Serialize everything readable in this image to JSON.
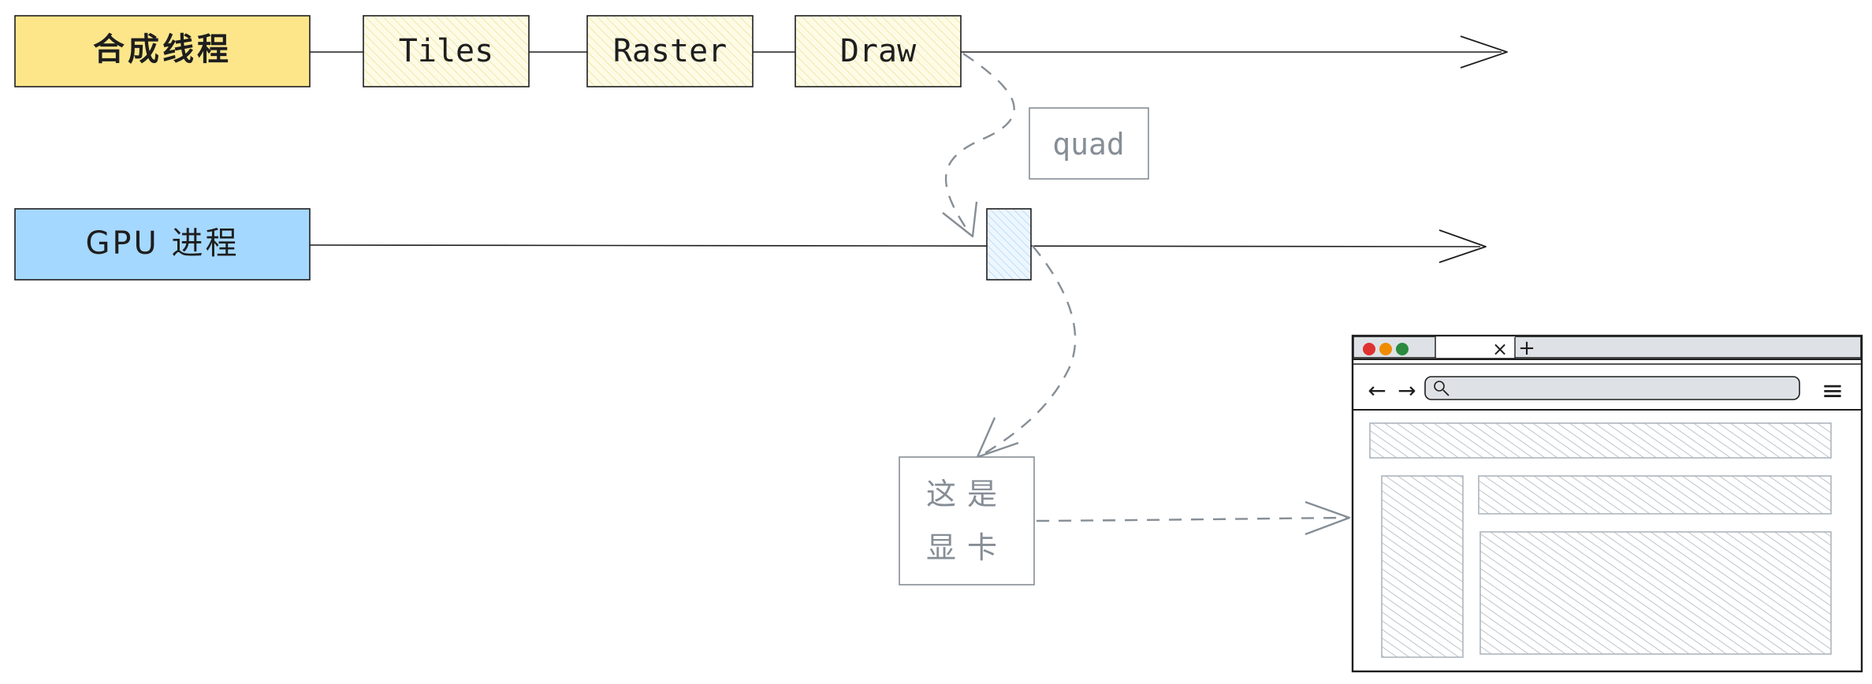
{
  "composite_thread": {
    "label": "合成线程"
  },
  "stages": [
    {
      "label": "Tiles"
    },
    {
      "label": "Raster"
    },
    {
      "label": "Draw"
    }
  ],
  "quad": {
    "label": "quad"
  },
  "gpu_process": {
    "label": "GPU 进程"
  },
  "card": {
    "line1": "这是",
    "line2": "显卡"
  },
  "browser": {
    "tab_close_glyph": "×",
    "new_tab_glyph": "+",
    "back_glyph": "←",
    "forward_glyph": "→",
    "menu_glyph": "≡"
  },
  "colors": {
    "composite_fill": "#fde68a",
    "gpu_fill": "#a5d8ff",
    "stage_fill": "#fbf8dc",
    "dot_red": "#e03131",
    "dot_orange": "#f08c00",
    "dot_green": "#2b8a3e",
    "dashed_gray": "#868e96"
  }
}
